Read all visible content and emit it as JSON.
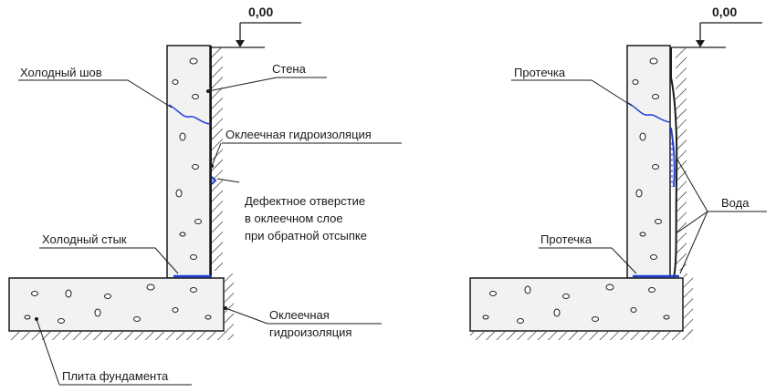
{
  "diagram": {
    "left": {
      "level_mark": "0,00",
      "labels": {
        "cold_seam": "Холодный шов",
        "wall": "Стена",
        "membrane_waterproofing_wall": "Оклеечная гидроизоляция",
        "defect_line1": "Дефектное отверстие",
        "defect_line2": "в оклеечном слое",
        "defect_line3": "при обратной отсыпке",
        "cold_joint": "Холодный стык",
        "membrane_waterproofing_slab_line1": "Оклеечная",
        "membrane_waterproofing_slab_line2": "гидроизоляция",
        "foundation_slab": "Плита фундамента"
      }
    },
    "right": {
      "level_mark": "0,00",
      "labels": {
        "leak_top": "Протечка",
        "water": "Вода",
        "leak_bottom": "Протечка"
      }
    },
    "colors": {
      "ink": "#1a1a1a",
      "water": "#1f3fd6",
      "concrete": "#f2f2f2"
    }
  }
}
